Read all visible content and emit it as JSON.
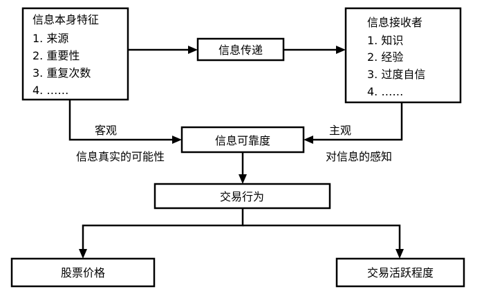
{
  "source_box": {
    "title": "信息本身特征",
    "items": [
      "1. 来源",
      "2. 重要性",
      "3. 重复次数",
      "4. ……"
    ]
  },
  "receiver_box": {
    "title": "信息接收者",
    "items": [
      "1. 知识",
      "2. 经验",
      "3. 过度自信",
      "4. ……"
    ]
  },
  "transmission": {
    "label": "信息传递"
  },
  "reliability": {
    "label": "信息可靠度"
  },
  "objective": {
    "label": "客观",
    "sublabel": "信息真实的可能性"
  },
  "subjective": {
    "label": "主观",
    "sublabel": "对信息的感知"
  },
  "trading": {
    "label": "交易行为"
  },
  "stock_price": {
    "label": "股票价格"
  },
  "activity": {
    "label": "交易活跃程度"
  }
}
